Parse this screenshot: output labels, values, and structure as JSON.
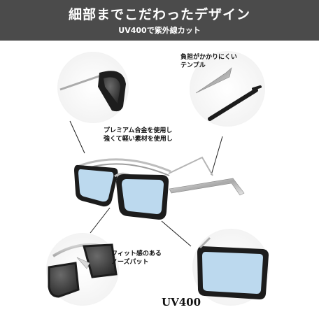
{
  "header": {
    "title": "細部までこだわったデザイン",
    "subtitle": "UV400で紫外線カット"
  },
  "callouts": {
    "temple": [
      "負担がかかりにくい",
      "テンプル"
    ],
    "material": [
      "プレミアム合金を使用し",
      "強くて軽い素材を使用し"
    ],
    "nose_pad": [
      "フィット感のある",
      "ノーズパット"
    ]
  },
  "badge": "UV400",
  "colors": {
    "header_bg": "#4b4b4b",
    "lens_blue": "#bcd9ee",
    "frame_black": "#1a1a1a",
    "metal_silver": "#c7c7c7"
  }
}
